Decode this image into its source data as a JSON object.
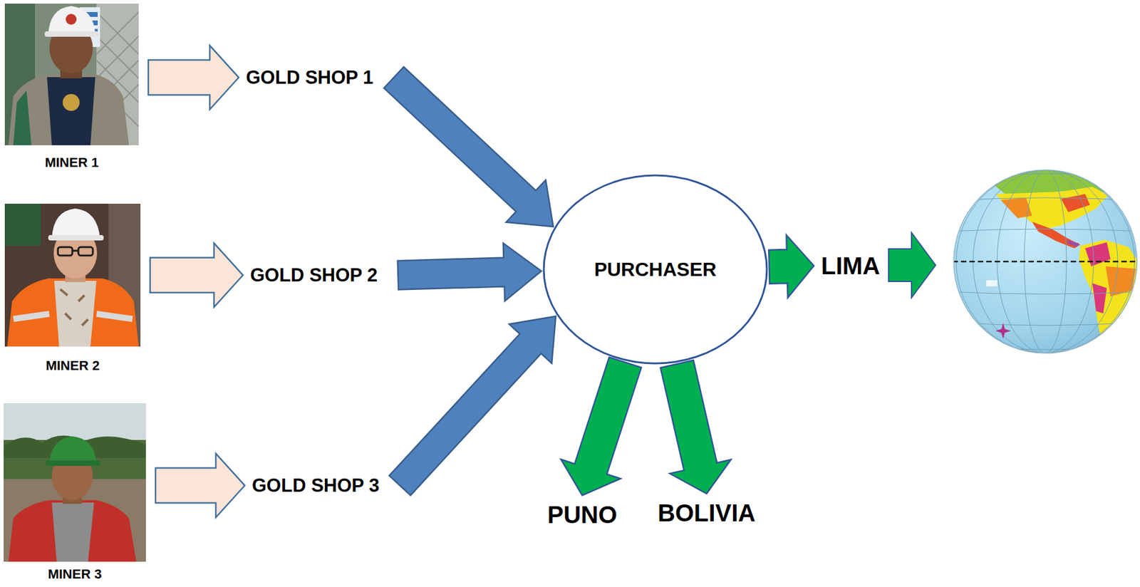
{
  "diagram": {
    "nodes": [
      {
        "text": [
          "MINER 1"
        ]
      },
      {
        "text": [
          "GOLD SHOP 1"
        ]
      },
      {
        "text": [
          "MINER 2"
        ]
      },
      {
        "text": [
          "GOLD SHOP 2"
        ]
      },
      {
        "text": [
          "MINER 3"
        ]
      },
      {
        "text": [
          "GOLD SHOP 3"
        ]
      },
      {
        "text": [
          "PURCHASER"
        ]
      },
      {
        "text": [
          "LIMA"
        ]
      },
      {
        "text": [
          "PUNO"
        ]
      },
      {
        "text": [
          "BOLIVIA"
        ]
      }
    ],
    "edges": [
      {
        "from": 0,
        "to": 1,
        "arrow": "to"
      },
      {
        "from": 2,
        "to": 3,
        "arrow": "to"
      },
      {
        "from": 4,
        "to": 5,
        "arrow": "to"
      },
      {
        "from": 1,
        "to": 6,
        "arrow": "to"
      },
      {
        "from": 3,
        "to": 6,
        "arrow": "to"
      },
      {
        "from": 5,
        "to": 6,
        "arrow": "to"
      },
      {
        "from": 6,
        "to": 7,
        "arrow": "to"
      },
      {
        "from": 6,
        "to": 8,
        "arrow": "to"
      },
      {
        "from": 6,
        "to": 9,
        "arrow": "to"
      }
    ]
  }
}
